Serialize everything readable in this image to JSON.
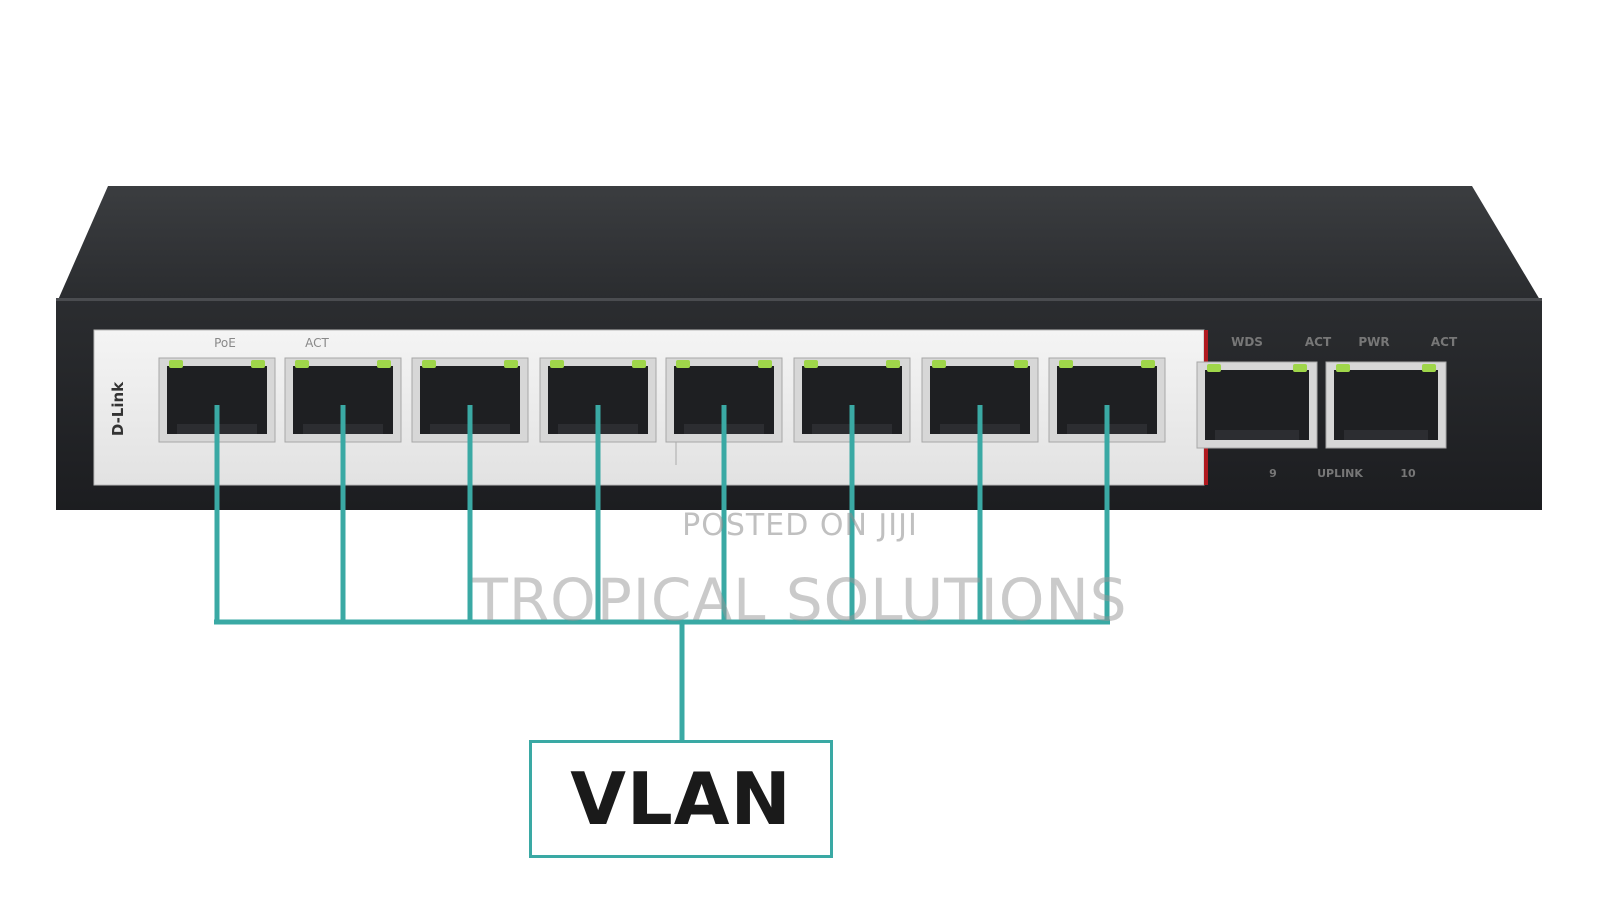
{
  "device": {
    "brand": "D-Link",
    "labels": {
      "poe": "PoE",
      "act": "ACT",
      "uplink_left": "WDS",
      "uplink_act1": "ACT",
      "uplink_pwr": "PWR",
      "uplink_act2": "ACT",
      "uplink_port1": "9",
      "uplink_name": "UPLINK",
      "uplink_port2": "10"
    },
    "poe_port_count": 8,
    "uplink_port_count": 2
  },
  "diagram": {
    "label": "VLAN",
    "line_color": "#3aa9a4",
    "led_color": "#9fd64a"
  },
  "watermark": {
    "line1": "POSTED ON JIJI",
    "line2": "TROPICAL SOLUTIONS"
  }
}
